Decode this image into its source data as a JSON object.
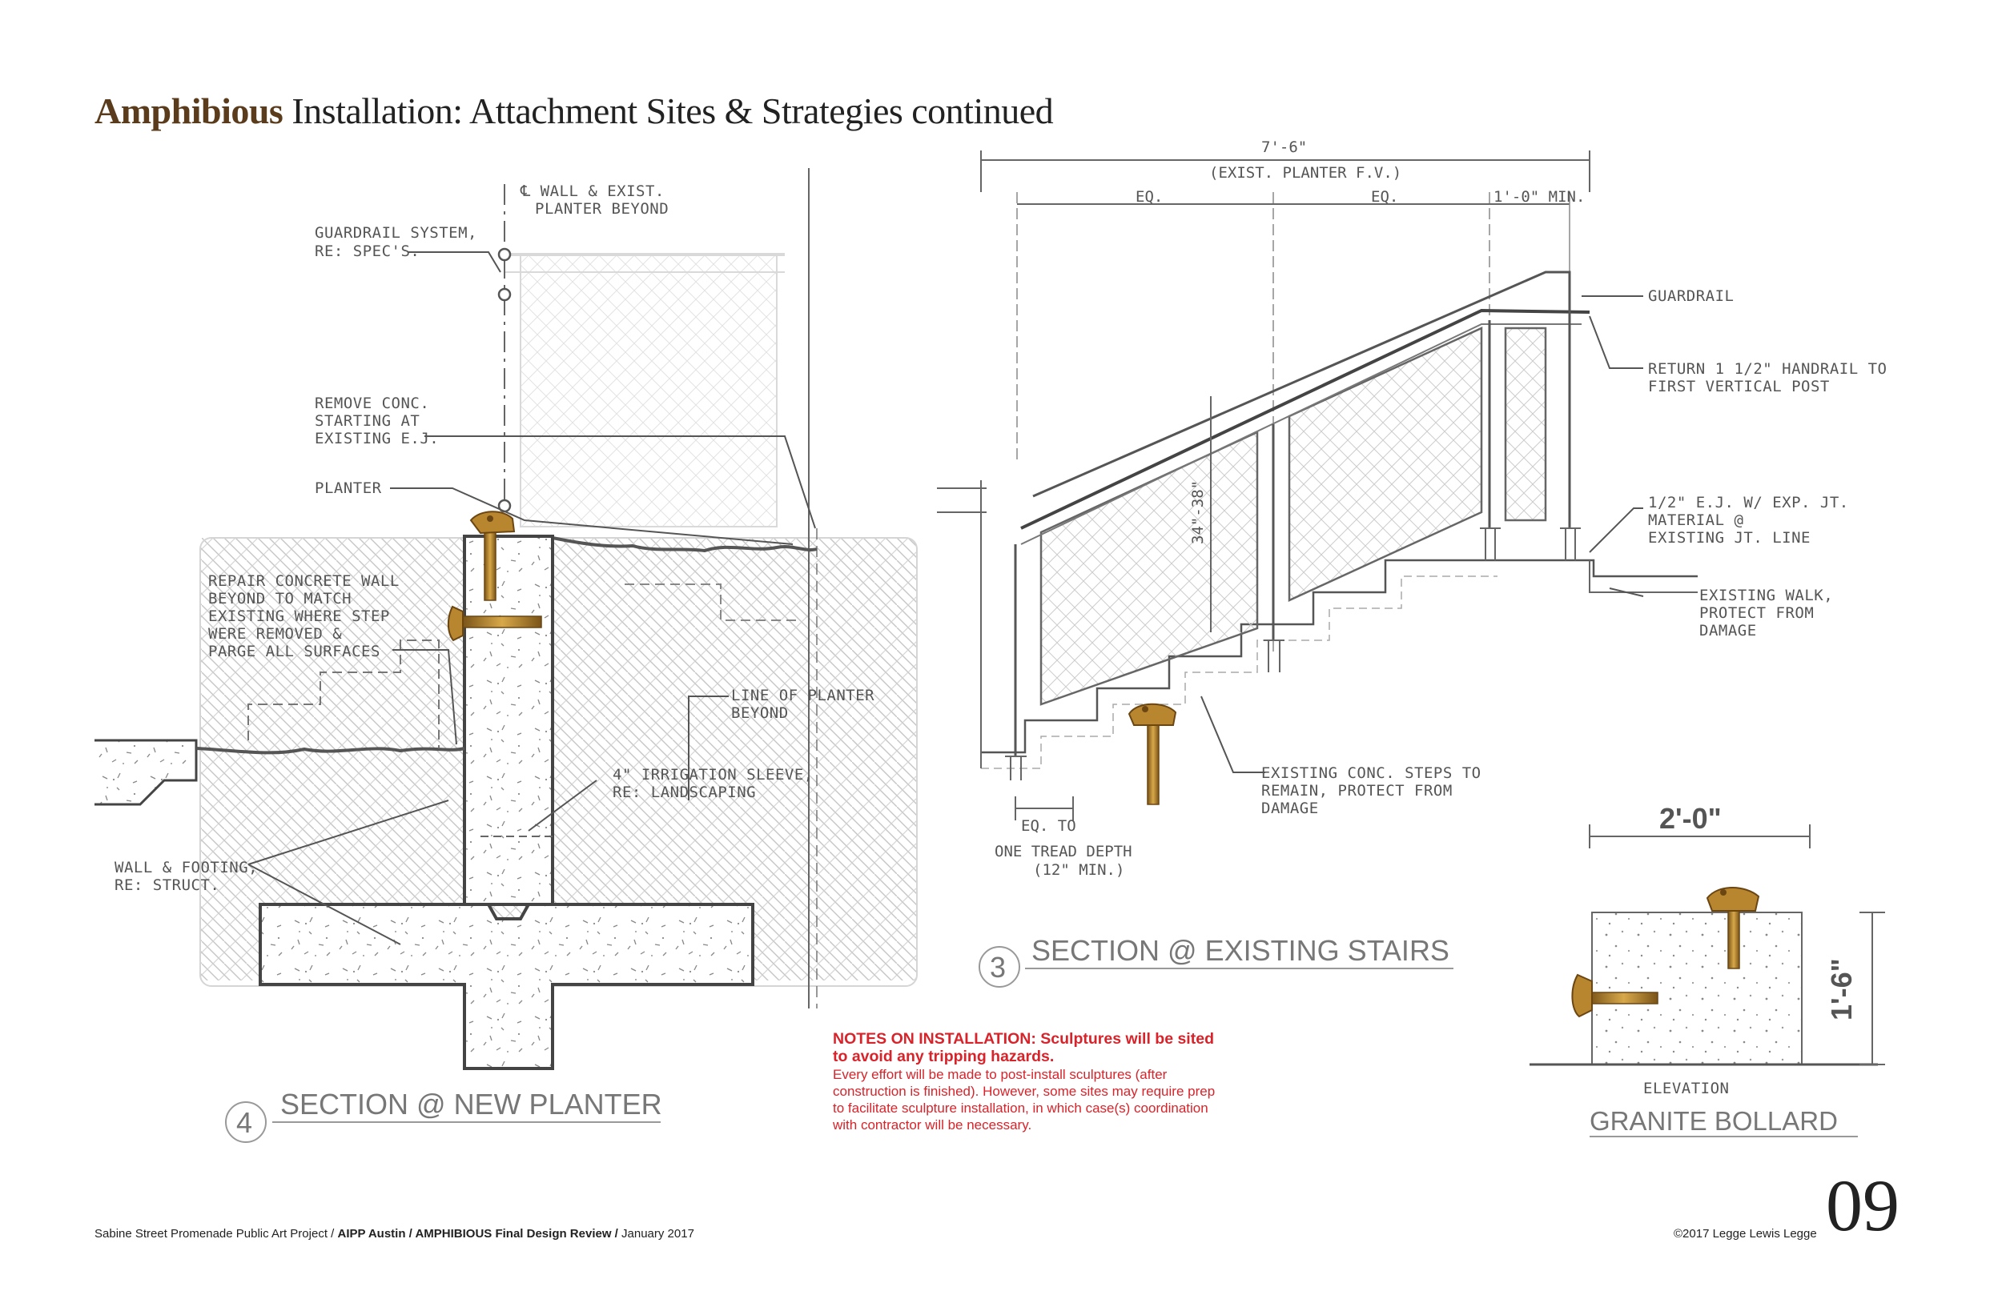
{
  "title": {
    "brand": "Amphibious",
    "rest": " Installation: Attachment Sites & Strategies continued"
  },
  "section4": {
    "number": "4",
    "label": "SECTION @ NEW PLANTER",
    "callouts": {
      "centerline": "℄ WALL & EXIST.",
      "centerline_2": "PLANTER BEYOND",
      "guardrail_1": "GUARDRAIL SYSTEM,",
      "guardrail_2": "RE: SPEC'S.",
      "remove_1": "REMOVE CONC.",
      "remove_2": "STARTING AT",
      "remove_3": "EXISTING E.J.",
      "planter": "PLANTER",
      "repair_1": "REPAIR CONCRETE WALL",
      "repair_2": "BEYOND TO MATCH",
      "repair_3": "EXISTING WHERE STEP",
      "repair_4": "WERE REMOVED &",
      "repair_5": "PARGE ALL SURFACES",
      "line_1": "LINE OF PLANTER",
      "line_2": "BEYOND",
      "irrigation_1": "4\" IRRIGATION SLEEVE,",
      "irrigation_2": "RE: LANDSCAPING",
      "footing_1": "WALL & FOOTING,",
      "footing_2": "RE: STRUCT."
    }
  },
  "section3": {
    "number": "3",
    "label": "SECTION @ EXISTING STAIRS",
    "dims": {
      "overall": "7'-6\"",
      "overall_note": "(EXIST. PLANTER F.V.)",
      "eq_a": "EQ.",
      "eq_b": "EQ.",
      "min": "1'-0\" MIN.",
      "height": "34\"-38\"",
      "eq_to": "EQ. TO",
      "tread_1": "ONE TREAD DEPTH",
      "tread_2": "(12\" MIN.)"
    },
    "callouts": {
      "guardrail": "GUARDRAIL",
      "return_1": "RETURN 1 1/2\" HANDRAIL TO",
      "return_2": "FIRST VERTICAL POST",
      "ej_1": "1/2\" E.J. W/ EXP. JT.",
      "ej_2": "MATERIAL @",
      "ej_3": "EXISTING JT. LINE",
      "walk_1": "EXISTING WALK,",
      "walk_2": "PROTECT FROM",
      "walk_3": "DAMAGE",
      "steps_1": "EXISTING CONC. STEPS TO",
      "steps_2": "REMAIN, PROTECT FROM",
      "steps_3": "DAMAGE"
    }
  },
  "bollard": {
    "width": "2'-0\"",
    "height": "1'-6\"",
    "view": "ELEVATION",
    "label": "GRANITE BOLLARD"
  },
  "notes": {
    "heading": "NOTES ON INSTALLATION: Sculptures will be sited to avoid any tripping hazards.",
    "body": "Every effort will be made to post-install sculptures (after construction is finished). However, some sites may require prep to facilitate sculpture installation, in which case(s) coordination with contractor will be necessary."
  },
  "footer": {
    "project": "Sabine Street Promenade Public Art Project / ",
    "org": "AIPP Austin / AMPHIBIOUS Final Design Review / ",
    "date": "January 2017",
    "copyright": "©2017 Legge Lewis Legge",
    "page": "09"
  },
  "colors": {
    "brand": "#5a3c1c",
    "notes": "#d8232a",
    "sculpture": "#b8862e",
    "linework": "#555555"
  }
}
